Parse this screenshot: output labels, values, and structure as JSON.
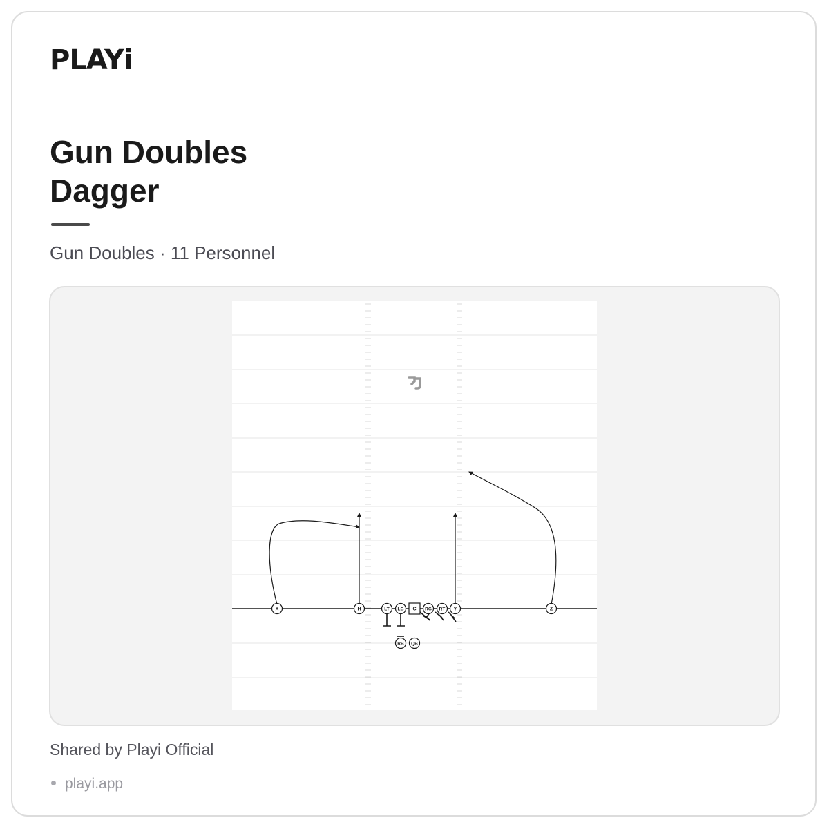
{
  "brand": {
    "logo_text": "PLAYi"
  },
  "play": {
    "title_lines": [
      "Gun Doubles",
      "Dagger"
    ],
    "subtitle": "Gun Doubles · 11 Personnel"
  },
  "diagram": {
    "players": [
      {
        "id": "X",
        "label": "X",
        "shape": "circle"
      },
      {
        "id": "H",
        "label": "H",
        "shape": "circle"
      },
      {
        "id": "LT",
        "label": "LT",
        "shape": "circle"
      },
      {
        "id": "LG",
        "label": "LG",
        "shape": "circle"
      },
      {
        "id": "C",
        "label": "C",
        "shape": "square"
      },
      {
        "id": "RG",
        "label": "RG",
        "shape": "circle"
      },
      {
        "id": "RT",
        "label": "RT",
        "shape": "circle"
      },
      {
        "id": "Y",
        "label": "Y",
        "shape": "circle"
      },
      {
        "id": "Z",
        "label": "Z",
        "shape": "circle"
      },
      {
        "id": "RB",
        "label": "RB",
        "shape": "circle"
      },
      {
        "id": "QB",
        "label": "QB",
        "shape": "circle"
      }
    ],
    "routes": [
      {
        "player": "X",
        "route": "dig",
        "end": "arrow"
      },
      {
        "player": "H",
        "route": "vertical",
        "end": "arrow"
      },
      {
        "player": "Y",
        "route": "vertical",
        "end": "arrow"
      },
      {
        "player": "Z",
        "route": "post",
        "end": "arrow"
      },
      {
        "player": "LT",
        "route": "block",
        "end": "t"
      },
      {
        "player": "LG",
        "route": "block",
        "end": "t"
      },
      {
        "player": "RG",
        "route": "block",
        "end": "t"
      },
      {
        "player": "RT",
        "route": "block",
        "end": "t"
      },
      {
        "player": "Y",
        "route": "chip",
        "end": "t"
      },
      {
        "player": "RB",
        "route": "protect",
        "end": "t"
      }
    ],
    "field_logo": "playi-mark-icon"
  },
  "footer": {
    "shared_by": "Shared by Playi Official",
    "link": "playi.app"
  },
  "colors": {
    "text": "#1a1a1a",
    "muted": "#4c4c54",
    "panel": "#f3f3f3",
    "field": "#ffffff",
    "line": "#1a1a1a"
  }
}
